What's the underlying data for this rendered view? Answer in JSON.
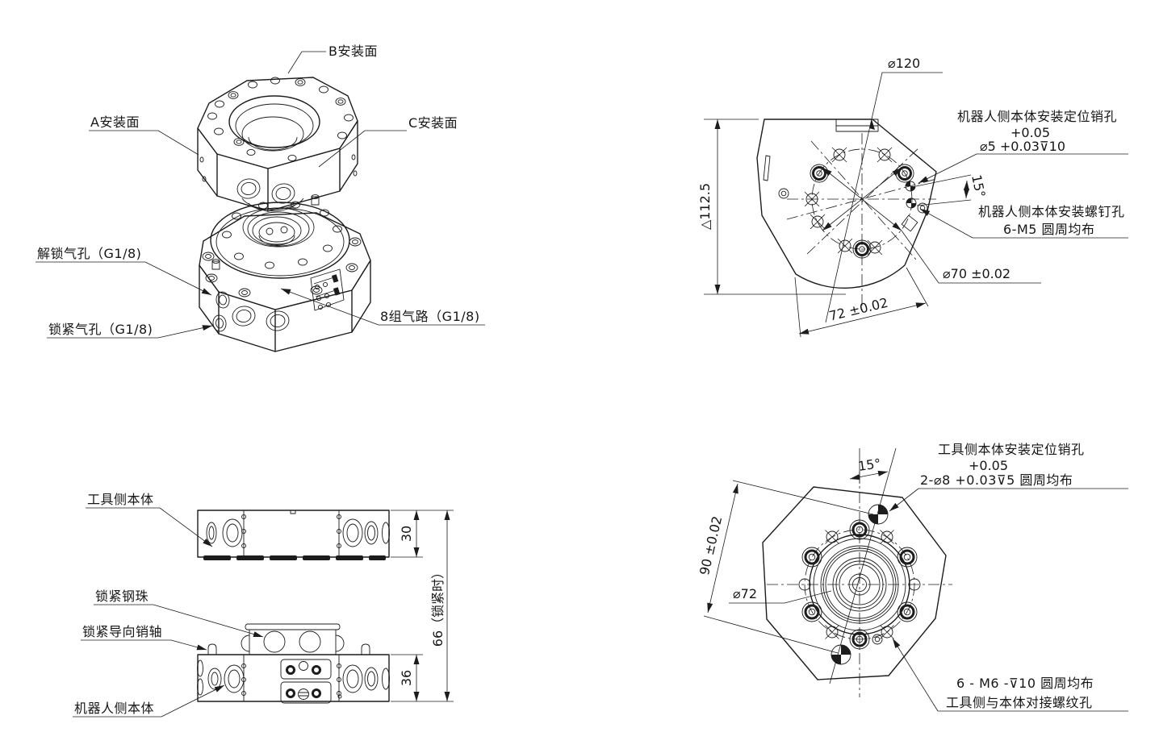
{
  "drawing": {
    "colors": {
      "background": "#ffffff",
      "line": "#1c1c1c"
    },
    "views": {
      "isometric": {
        "labels": {
          "b_face": "B安装面",
          "a_face": "A安装面",
          "c_face": "C安装面",
          "unlock_port": "解锁气孔（G1/8)",
          "lock_port": "锁紧气孔（G1/8)",
          "air_circuits": "8组气路（G1/8)"
        }
      },
      "robot_top": {
        "dims": {
          "outer_dia": "⌀120",
          "body_height": "△112.5",
          "pin_span": "72 ±0.02",
          "bolt_circle": "⌀70 ±0.02",
          "pin_angle": "15°"
        },
        "labels": {
          "pin_line1": "机器人侧本体安装定位销孔",
          "pin_line2": "+0.05",
          "pin_line3": "⌀5 +0.03⊽10",
          "screw_line1": "机器人侧本体安装螺钉孔",
          "screw_line2": "6-M5 圆周均布"
        }
      },
      "side": {
        "labels": {
          "tool_body": "工具侧本体",
          "lock_ball": "锁紧钢珠",
          "guide_pin": "锁紧导向销轴",
          "robot_body": "机器人侧本体"
        },
        "dims": {
          "tool_height": "30",
          "robot_height": "36",
          "locked_height": "66（锁紧时）"
        }
      },
      "tool_bottom": {
        "dims": {
          "pin_circle": "90 ±0.02",
          "center_dia": "⌀72",
          "pin_angle": "15°"
        },
        "labels": {
          "pin_line1": "工具侧本体安装定位销孔",
          "pin_line2": "+0.05",
          "pin_line3": "2-⌀8 +0.03⊽5 圆周均布",
          "thread_line1": "6 - M6 -⊽10 圆周均布",
          "thread_line2": "工具侧与本体对接螺纹孔"
        }
      }
    }
  }
}
